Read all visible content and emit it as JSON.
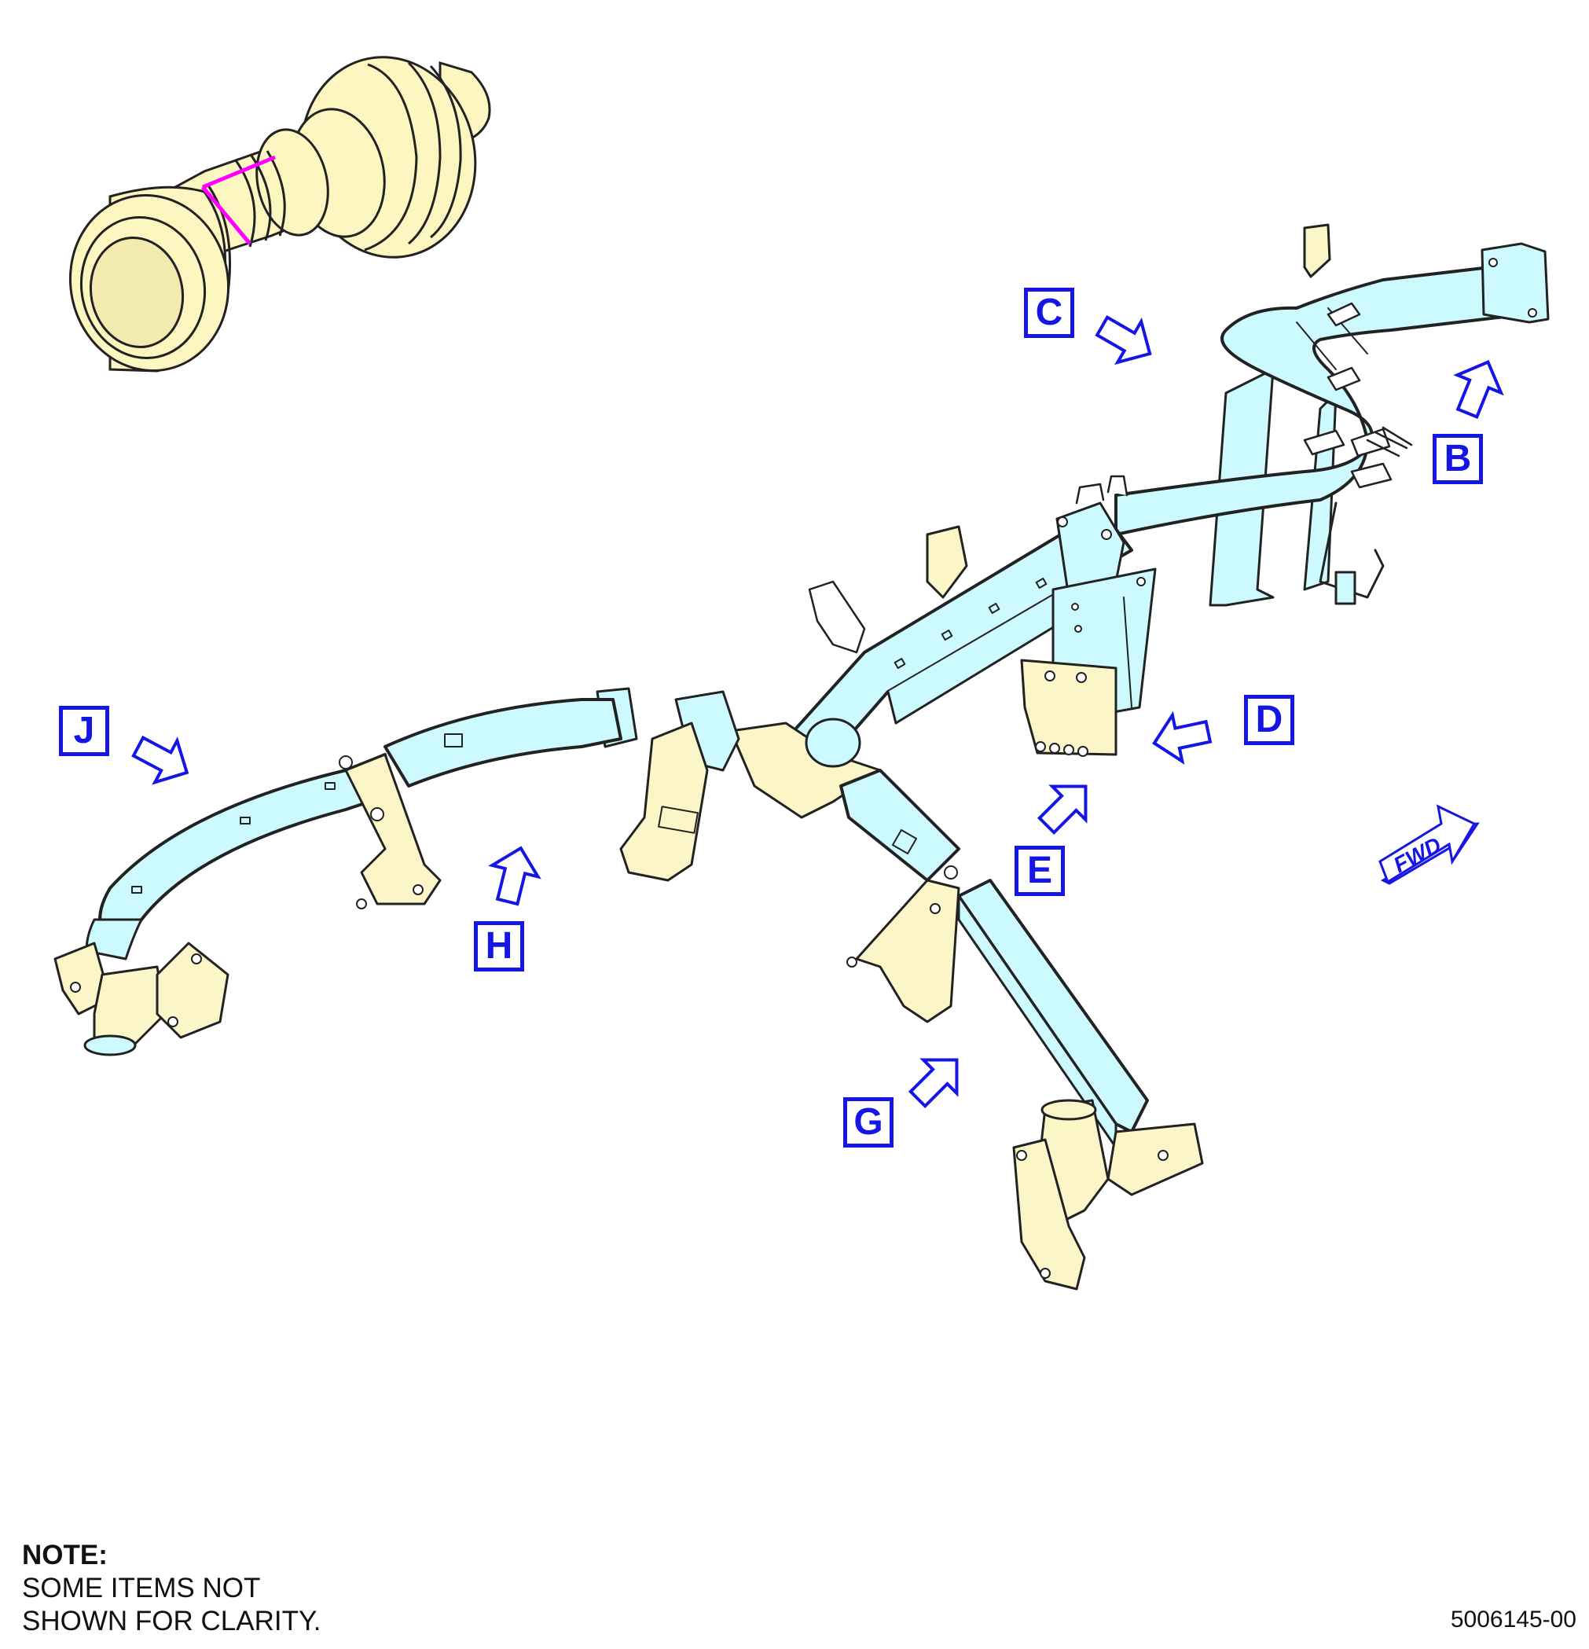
{
  "view_labels": [
    "C",
    "B",
    "D",
    "J",
    "E",
    "H",
    "G"
  ],
  "fwd_label": "FWD",
  "note": {
    "title": "NOTE:",
    "lines": [
      "SOME ITEMS NOT",
      "SHOWN FOR CLARITY."
    ]
  },
  "figure_number": "5006145-00",
  "colors": {
    "duct": "#cdfaff",
    "bracket": "#fbf5c8",
    "engine": "#fdf6c0",
    "label_blue": "#1515e6",
    "highlight": "#ff00ff",
    "outline": "#222222"
  },
  "icons": [
    "view-arrow-icon",
    "fwd-arrow-icon"
  ]
}
